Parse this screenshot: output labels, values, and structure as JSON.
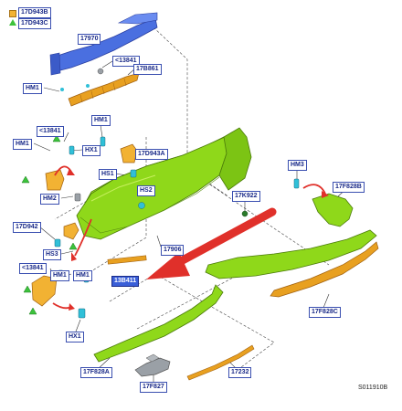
{
  "legend": [
    {
      "symbol": "orange-square",
      "code": "17D943B",
      "color": "#f2b233"
    },
    {
      "symbol": "green-triangle",
      "code": "17D943C",
      "color": "#3cc23c"
    }
  ],
  "callouts": [
    {
      "id": "17970",
      "label": "17970"
    },
    {
      "id": "13841-top",
      "label": "<13841"
    },
    {
      "id": "17B861",
      "label": "17B861"
    },
    {
      "id": "HM1-a",
      "label": "HM1"
    },
    {
      "id": "HM1-b",
      "label": "HM1"
    },
    {
      "id": "13841-mid",
      "label": "<13841"
    },
    {
      "id": "HM1-c",
      "label": "HM1"
    },
    {
      "id": "HX1-a",
      "label": "HX1"
    },
    {
      "id": "17D943A",
      "label": "17D943A"
    },
    {
      "id": "HS1",
      "label": "HS1"
    },
    {
      "id": "HS2",
      "label": "HS2"
    },
    {
      "id": "HM2",
      "label": "HM2"
    },
    {
      "id": "17D942",
      "label": "17D942"
    },
    {
      "id": "HS3",
      "label": "HS3"
    },
    {
      "id": "13841-low",
      "label": "<13841"
    },
    {
      "id": "HM1-d",
      "label": "HM1"
    },
    {
      "id": "HM1-e",
      "label": "HM1"
    },
    {
      "id": "HX1-b",
      "label": "HX1"
    },
    {
      "id": "17K922",
      "label": "17K922"
    },
    {
      "id": "17906",
      "label": "17906"
    },
    {
      "id": "13B411",
      "label": "13B411",
      "highlight": true
    },
    {
      "id": "HM3",
      "label": "HM3"
    },
    {
      "id": "17F828B",
      "label": "17F828B"
    },
    {
      "id": "17F828C",
      "label": "17F828C"
    },
    {
      "id": "17F828A",
      "label": "17F828A"
    },
    {
      "id": "17F827",
      "label": "17F827"
    },
    {
      "id": "17232",
      "label": "17232"
    }
  ],
  "reference": "S011910B",
  "colors": {
    "bumper_green": "#8fd81a",
    "part_orange": "#e8a020",
    "part_blue": "#4a6fe0",
    "arrow_red": "#e0302a",
    "callout_border": "#3a4fb0"
  }
}
